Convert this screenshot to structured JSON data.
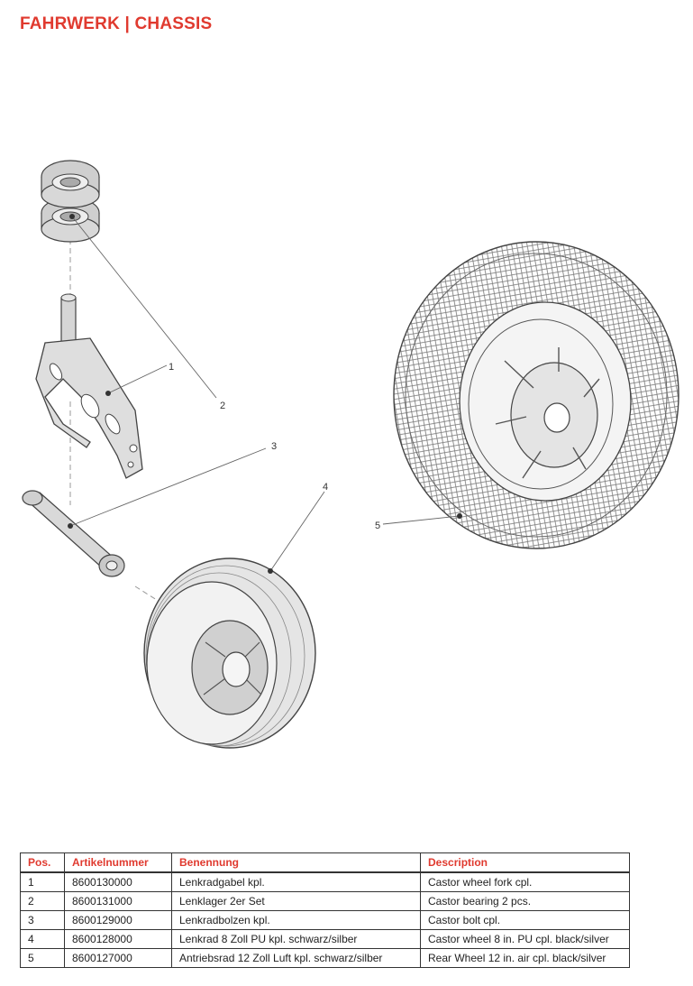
{
  "header": {
    "title": "FAHRWERK  |  CHASSIS"
  },
  "drawing": {
    "callouts": [
      "1",
      "2",
      "3",
      "4",
      "5"
    ]
  },
  "table": {
    "headers": {
      "pos": "Pos.",
      "artikelnummer": "Artikelnummer",
      "benennung": "Benennung",
      "description": "Description"
    },
    "rows": [
      {
        "pos": "1",
        "artikelnummer": "8600130000",
        "benennung": "Lenkradgabel kpl.",
        "description": "Castor wheel fork cpl."
      },
      {
        "pos": "2",
        "artikelnummer": "8600131000",
        "benennung": "Lenklager 2er Set",
        "description": "Castor bearing 2 pcs."
      },
      {
        "pos": "3",
        "artikelnummer": "8600129000",
        "benennung": "Lenkradbolzen kpl.",
        "description": "Castor bolt cpl."
      },
      {
        "pos": "4",
        "artikelnummer": "8600128000",
        "benennung": "Lenkrad 8 Zoll PU kpl. schwarz/silber",
        "description": "Castor wheel 8 in. PU cpl. black/silver"
      },
      {
        "pos": "5",
        "artikelnummer": "8600127000",
        "benennung": "Antriebsrad 12 Zoll Luft kpl. schwarz/silber",
        "description": "Rear Wheel 12 in. air cpl. black/silver"
      }
    ]
  },
  "colors": {
    "accent": "#e03a2f",
    "line": "#333333"
  }
}
